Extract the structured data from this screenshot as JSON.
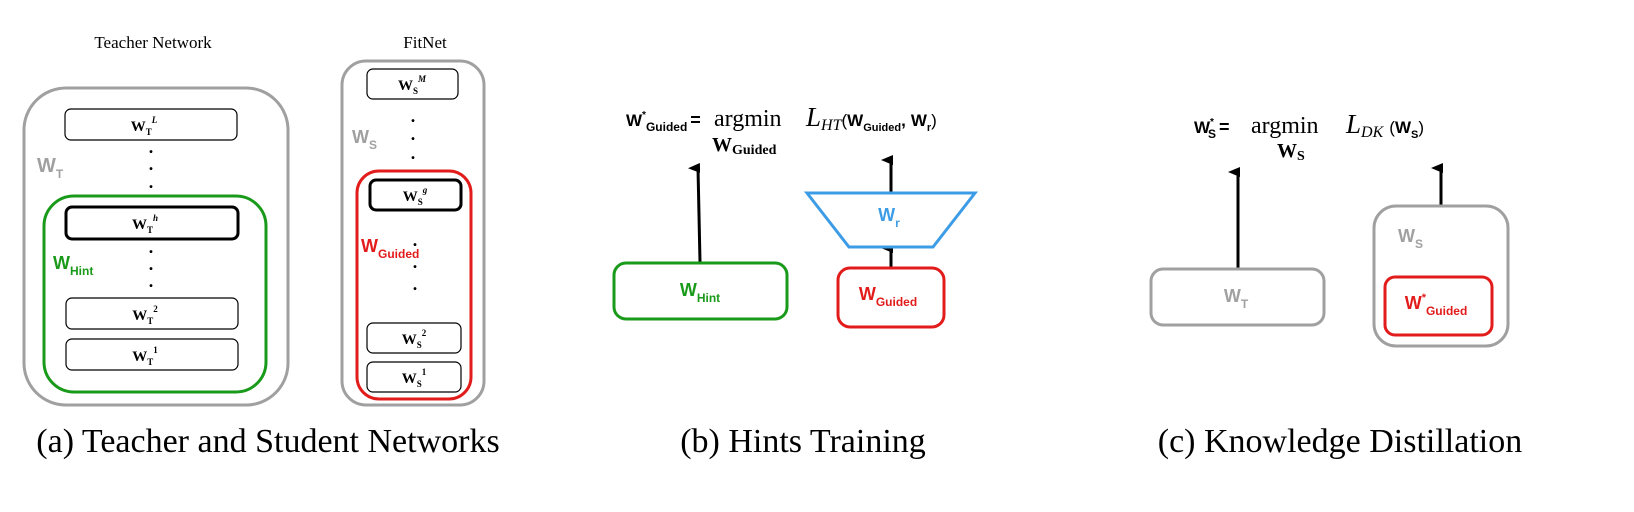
{
  "panel_a": {
    "teacher_title": "Teacher Network",
    "student_title": "FitNet",
    "teacher_weight": {
      "base": "W",
      "sub": "T"
    },
    "hint_weight": {
      "base": "W",
      "sub": "Hint"
    },
    "student_weight": {
      "base": "W",
      "sub": "S"
    },
    "guided_weight": {
      "base": "W",
      "sub": "Guided"
    },
    "teacher_layers": [
      {
        "base": "W",
        "sub": "T",
        "sup": "L"
      },
      {
        "base": "W",
        "sub": "T",
        "sup": "h"
      },
      {
        "base": "W",
        "sub": "T",
        "sup": "2"
      },
      {
        "base": "W",
        "sub": "T",
        "sup": "1"
      }
    ],
    "student_layers": [
      {
        "base": "W",
        "sub": "S",
        "sup": "M"
      },
      {
        "base": "W",
        "sub": "S",
        "sup": "g"
      },
      {
        "base": "W",
        "sub": "S",
        "sup": "2"
      },
      {
        "base": "W",
        "sub": "S",
        "sup": "1"
      }
    ],
    "dots": ".",
    "caption": "(a) Teacher and Student Networks"
  },
  "panel_b": {
    "lhs": {
      "base": "W",
      "sup": "*",
      "sub": "Guided"
    },
    "eq": "=",
    "argmin": "argmin",
    "argmin_under": {
      "base": "W",
      "sub": "Guided"
    },
    "loss": {
      "base": "L",
      "sub": "HT"
    },
    "open": "(",
    "arg1": {
      "base": "W",
      "sub": "Guided"
    },
    "comma": ",",
    "arg2": {
      "base": "W",
      "sub": "r"
    },
    "close": ")",
    "hint_box": {
      "base": "W",
      "sub": "Hint"
    },
    "regressor": {
      "base": "W",
      "sub": "r"
    },
    "guided_box": {
      "base": "W",
      "sub": "Guided"
    },
    "caption": "(b) Hints Training"
  },
  "panel_c": {
    "lhs": {
      "base": "W",
      "sup": "*",
      "sub": "S"
    },
    "eq": "=",
    "argmin": "argmin",
    "argmin_under": {
      "base": "W",
      "sub": "S"
    },
    "loss": {
      "base": "L",
      "sub": "DK"
    },
    "open": "(",
    "arg": {
      "base": "W",
      "sub": "S"
    },
    "close": ")",
    "teacher_box": {
      "base": "W",
      "sub": "T"
    },
    "student_label": {
      "base": "W",
      "sub": "S"
    },
    "guided_box": {
      "base": "W",
      "sup": "*",
      "sub": "Guided"
    },
    "caption": "(c) Knowledge Distillation"
  },
  "colors": {
    "gray": "#a0a0a0",
    "green": "#1a9a1a",
    "red": "#e21b1b",
    "blue": "#3d9ce6",
    "black": "#000000"
  }
}
